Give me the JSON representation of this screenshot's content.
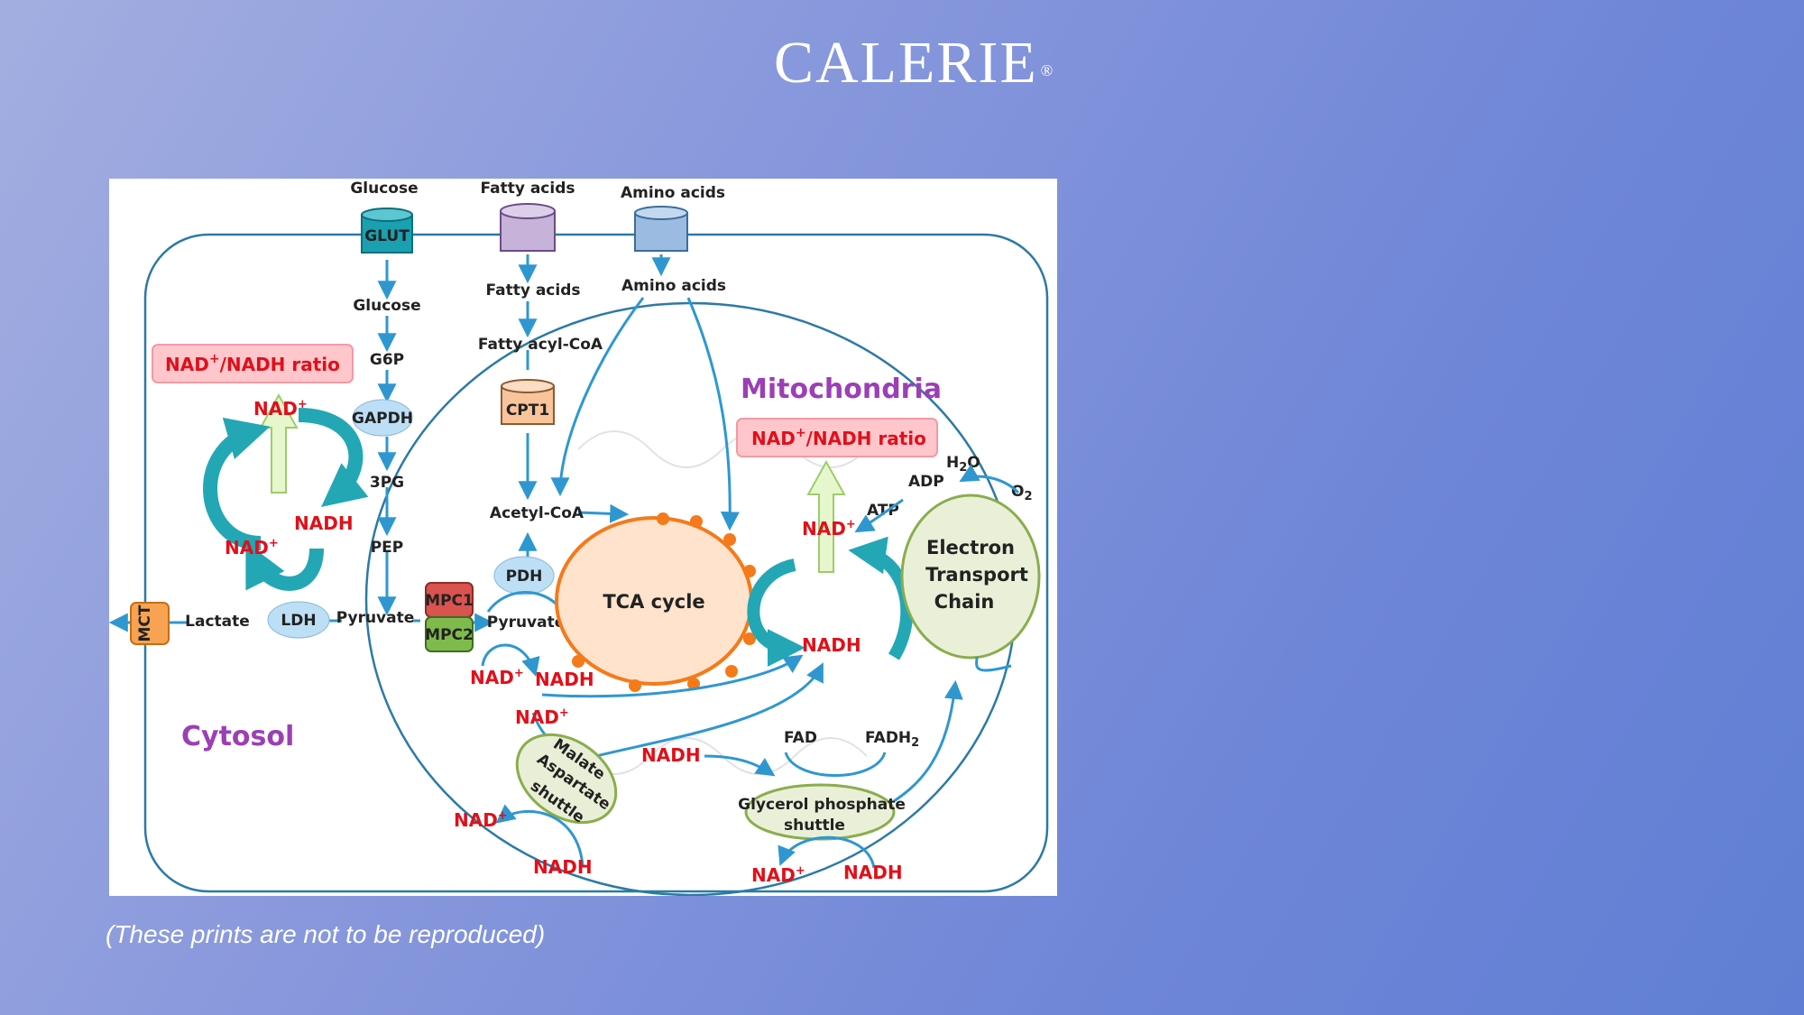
{
  "brand": {
    "name": "CALERIE",
    "mark": "®"
  },
  "footnote": "(These prints are not  to be reproduced)",
  "diagram": {
    "inputs": {
      "glucose": "Glucose",
      "fatty_acids": "Fatty acids",
      "amino_acids": "Amino acids"
    },
    "transporters": {
      "glut": "GLUT",
      "cpt1": "CPT1",
      "mpc1": "MPC1",
      "mpc2": "MPC2",
      "mct": "MCT"
    },
    "glycolysis": {
      "glucose": "Glucose",
      "g6p": "G6P",
      "gapdh": "GAPDH",
      "3pg": "3PG",
      "pep": "PEP",
      "pyruvate": "Pyruvate",
      "ldh": "LDH",
      "lactate": "Lactate"
    },
    "lipid": {
      "fatty_acids": "Fatty acids",
      "fatty_acyl_coa": "Fatty acyl-CoA",
      "acetyl_coa": "Acetyl-CoA",
      "pdh": "PDH",
      "pyruvate": "Pyruvate"
    },
    "amino": {
      "amino_acids": "Amino acids"
    },
    "tca": "TCA cycle",
    "compartments": {
      "mitochondria": "Mitochondria",
      "cytosol": "Cytosol"
    },
    "ratio_box": {
      "prefix": "NAD",
      "sup": "+",
      "suffix": "/NADH ratio"
    },
    "cofactors": {
      "nad": "NAD",
      "plus": "+",
      "nadh": "NADH",
      "fad": "FAD",
      "fadh2": "FADH",
      "fadh2_sub": "2",
      "atp": "ATP",
      "adp": "ADP",
      "h2o_h": "H",
      "h2o_sub": "2",
      "h2o_o": "O",
      "o2_o": "O",
      "o2_sub": "2"
    },
    "etc": {
      "line1": "Electron",
      "line2": "Transport",
      "line3": "Chain"
    },
    "malate_shuttle": {
      "line1": "Malate",
      "line2": "Aspartate",
      "line3": "shuttle"
    },
    "glycerol_shuttle": {
      "line1": "Glycerol phosphate",
      "line2": "shuttle"
    },
    "colors": {
      "arrow": "#2f97d0",
      "teal": "#23a7b5",
      "nad_text": "#e0101a",
      "ratio_fill": "#ffc7cc",
      "mito_title": "#9b3fb5",
      "tca_fill": "#ffe3cd",
      "tca_stroke": "#f47a1a"
    }
  }
}
